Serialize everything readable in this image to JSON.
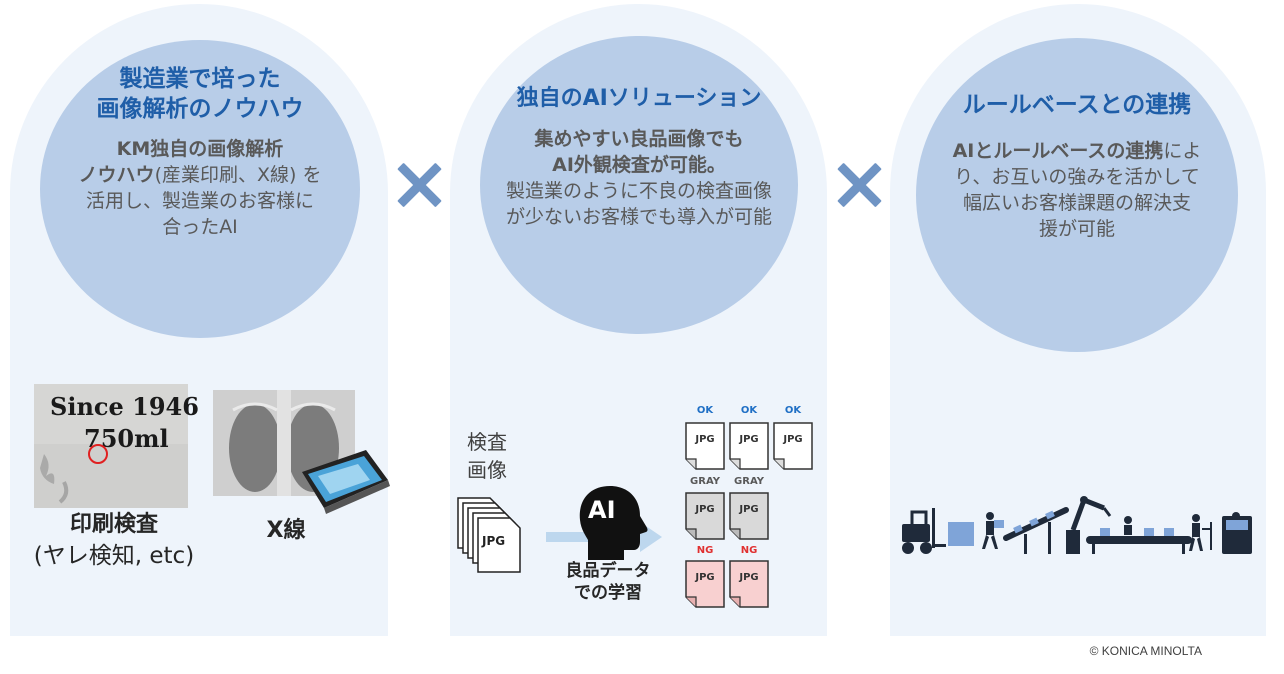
{
  "panels": [
    {
      "title_line1": "製造業で培った",
      "title_line2": "画像解析のノウハウ",
      "body": [
        {
          "bold": "KM独自の画像解析",
          "rest": ""
        },
        {
          "bold": "ノウハウ",
          "rest": "(産業印刷、X線) を"
        },
        {
          "bold": "",
          "rest": "活用し、製造業のお客様に"
        },
        {
          "bold": "",
          "rest": "合ったAI"
        }
      ],
      "image_label_1_line1": "印刷検査",
      "image_label_1_line2": "(ヤレ検知, etc)",
      "image_label_2": "X線",
      "print_sample_line1": "Since 1946",
      "print_sample_line2": "750ml"
    },
    {
      "title_line1": "独自のAIソリューション",
      "body_bold_1": "集めやすい良品画像でも",
      "body_bold_2": "AI外観検査が可能。",
      "body_3": "製造業のように不良の検査画像",
      "body_4": "が少ないお客様でも導入が可能",
      "inspection_label_1": "検査",
      "inspection_label_2": "画像",
      "ai_text": "AI",
      "learning_label_1": "良品データ",
      "learning_label_2": "での学習",
      "file_label": "JPG",
      "tags": {
        "ok": "OK",
        "gray": "GRAY",
        "ng": "NG"
      }
    },
    {
      "title_line1": "ルールベースとの連携",
      "body_bold": "AIとルールベースの連携",
      "body_rest_1": "によ",
      "body_2": "り、お互いの強みを活かして",
      "body_3": "幅広いお客様課題の解決支",
      "body_4": "援が可能"
    }
  ],
  "colors": {
    "accent": "#1f5ea8",
    "circle": "#b8cde8",
    "panel": "#eef4fb",
    "times": "#6f94c4",
    "ok": "#1f6fc5",
    "ng": "#e03030",
    "ng_fill": "#f8d0d0",
    "gray_fill": "#d9d9d9"
  },
  "copyright": "© KONICA MINOLTA"
}
